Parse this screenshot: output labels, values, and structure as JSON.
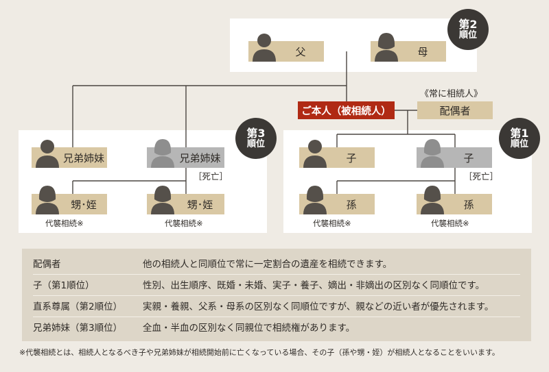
{
  "rank2": {
    "badge_top": "第2",
    "badge_bottom": "順位",
    "father": "父",
    "mother": "母"
  },
  "rank3": {
    "badge_top": "第3",
    "badge_bottom": "順位",
    "sibling1": "兄弟姉妹",
    "sibling2": "兄弟姉妹",
    "sibling2_status": "［死亡］",
    "nephew1": "甥･姪",
    "nephew2": "甥･姪",
    "note1": "代襲相続※",
    "note2": "代襲相続※"
  },
  "rank1": {
    "badge_top": "第1",
    "badge_bottom": "順位",
    "child1": "子",
    "child2": "子",
    "child2_status": "［死亡］",
    "grandchild1": "孫",
    "grandchild2": "孫",
    "note1": "代襲相続※",
    "note2": "代襲相続※"
  },
  "center": {
    "self": "ご本人（被相続人）",
    "spouse_note": "《常に相続人》",
    "spouse": "配偶者"
  },
  "table": {
    "rows": [
      {
        "key": "配偶者",
        "value": "他の相続人と同順位で常に一定割合の遺産を相続できます。"
      },
      {
        "key": "子（第1順位）",
        "value": "性別、出生順序、既婚・未婚、実子・養子、嫡出・非嫡出の区別なく同順位です。"
      },
      {
        "key": "直系尊属（第2順位）",
        "value": "実親・養親、父系・母系の区別なく同順位ですが、親などの近い者が優先されます。"
      },
      {
        "key": "兄弟姉妹（第3順位）",
        "value": "全血・半血の区別なく同親位で相続権があります。"
      }
    ]
  },
  "footnote": "※代襲相続とは、相続人となるべき子や兄弟姉妹が相続開始前に亡くなっている場合、その子（孫や甥・姪）が相続人となることをいいます。",
  "colors": {
    "background": "#efebe4",
    "tan": "#d9c8a4",
    "deceased": "#b6b6b6",
    "self": "#b02a14",
    "badge": "#3b3835"
  }
}
